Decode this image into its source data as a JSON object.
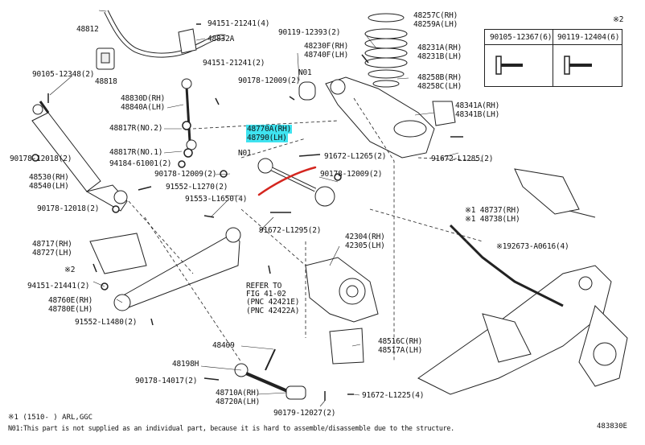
{
  "table": {
    "mark": "※2",
    "col1": "90105-12367(6)",
    "col2": "90119-12404(6)"
  },
  "labels": {
    "p48812": "48812",
    "p94151_21241": "94151-21241(4)",
    "p48832A": "48832A",
    "p48818": "48818",
    "p94151_21241b": "94151-21241(2)",
    "p90105_12348": "90105-12348(2)",
    "p48830D": "48830D(RH)",
    "p48840A": "48840A(LH)",
    "p48817R2": "48817R(NO.2)",
    "p48817R1": "48817R(NO.1)",
    "p94184": "94184-61001(2)",
    "p90178_12018a": "90178-12018(2)",
    "p48530": "48530(RH)",
    "p48540": "48540(LH)",
    "p90178_12018b": "90178-12018(2)",
    "p90119_12393": "90119-12393(2)",
    "p48230F": "48230F(RH)",
    "p48740F": "48740F(LH)",
    "pN01a": "N01",
    "p90178_12009a": "90178-12009(2)",
    "p48257C": "48257C(RH)",
    "p48259A": "48259A(LH)",
    "p48231A": "48231A(RH)",
    "p48231B": "48231B(LH)",
    "p48258B": "48258B(RH)",
    "p48258C": "48258C(LH)",
    "p48341A": "48341A(RH)",
    "p48341B": "48341B(LH)",
    "p48770A": "48770A(RH)",
    "p48790": "48790(LH)",
    "pN01b": "N01",
    "p91672_L1265": "91672-L1265(2)",
    "p91672_L1285": "91672-L1285(2)",
    "p90178_12009b": "90178-12009(2)",
    "p90178_12009c": "90178-12009(2)",
    "p91552_L1270": "91552-L1270(2)",
    "p91553_L1650": "91553-L1650(4)",
    "p91672_L1295": "91672-L1295(2)",
    "p48737": "※1 48737(RH)",
    "p48738": "※1 48738(LH)",
    "p192673": "※192673-A0616(4)",
    "p48717": "48717(RH)",
    "p48727": "48727(LH)",
    "pmark2": "※2",
    "p42304": "42304(RH)",
    "p42305": "42305(LH)",
    "p94151_21441": "94151-21441(2)",
    "p48760E": "48760E(RH)",
    "p48780E": "48780E(LH)",
    "pref1": "REFER TO",
    "pref2": "FIG 41-02",
    "pref3": "(PNC 42421E)",
    "pref4": "(PNC 42422A)",
    "p91552_L1480": "91552-L1480(2)",
    "p48516C": "48516C(RH)",
    "p48517A": "48517A(LH)",
    "p48409": "48409",
    "p48198H": "48198H",
    "p90178_14017": "90178-14017(2)",
    "p48710A": "48710A(RH)",
    "p48720A": "48720A(LH)",
    "p90179_12027": "90179-12027(2)",
    "p91672_L1225": "91672-L1225(4)"
  },
  "footer": {
    "line1": "※1  (1510-      ) ARL,GGC",
    "line2": "N01:This part is not supplied as an individual part, because it is hard to assemble/disassemble due to the structure.",
    "figno": "483830E"
  },
  "colors": {
    "highlight": "#3fe3f0",
    "marker": "#d4261f",
    "ink": "#222222"
  }
}
